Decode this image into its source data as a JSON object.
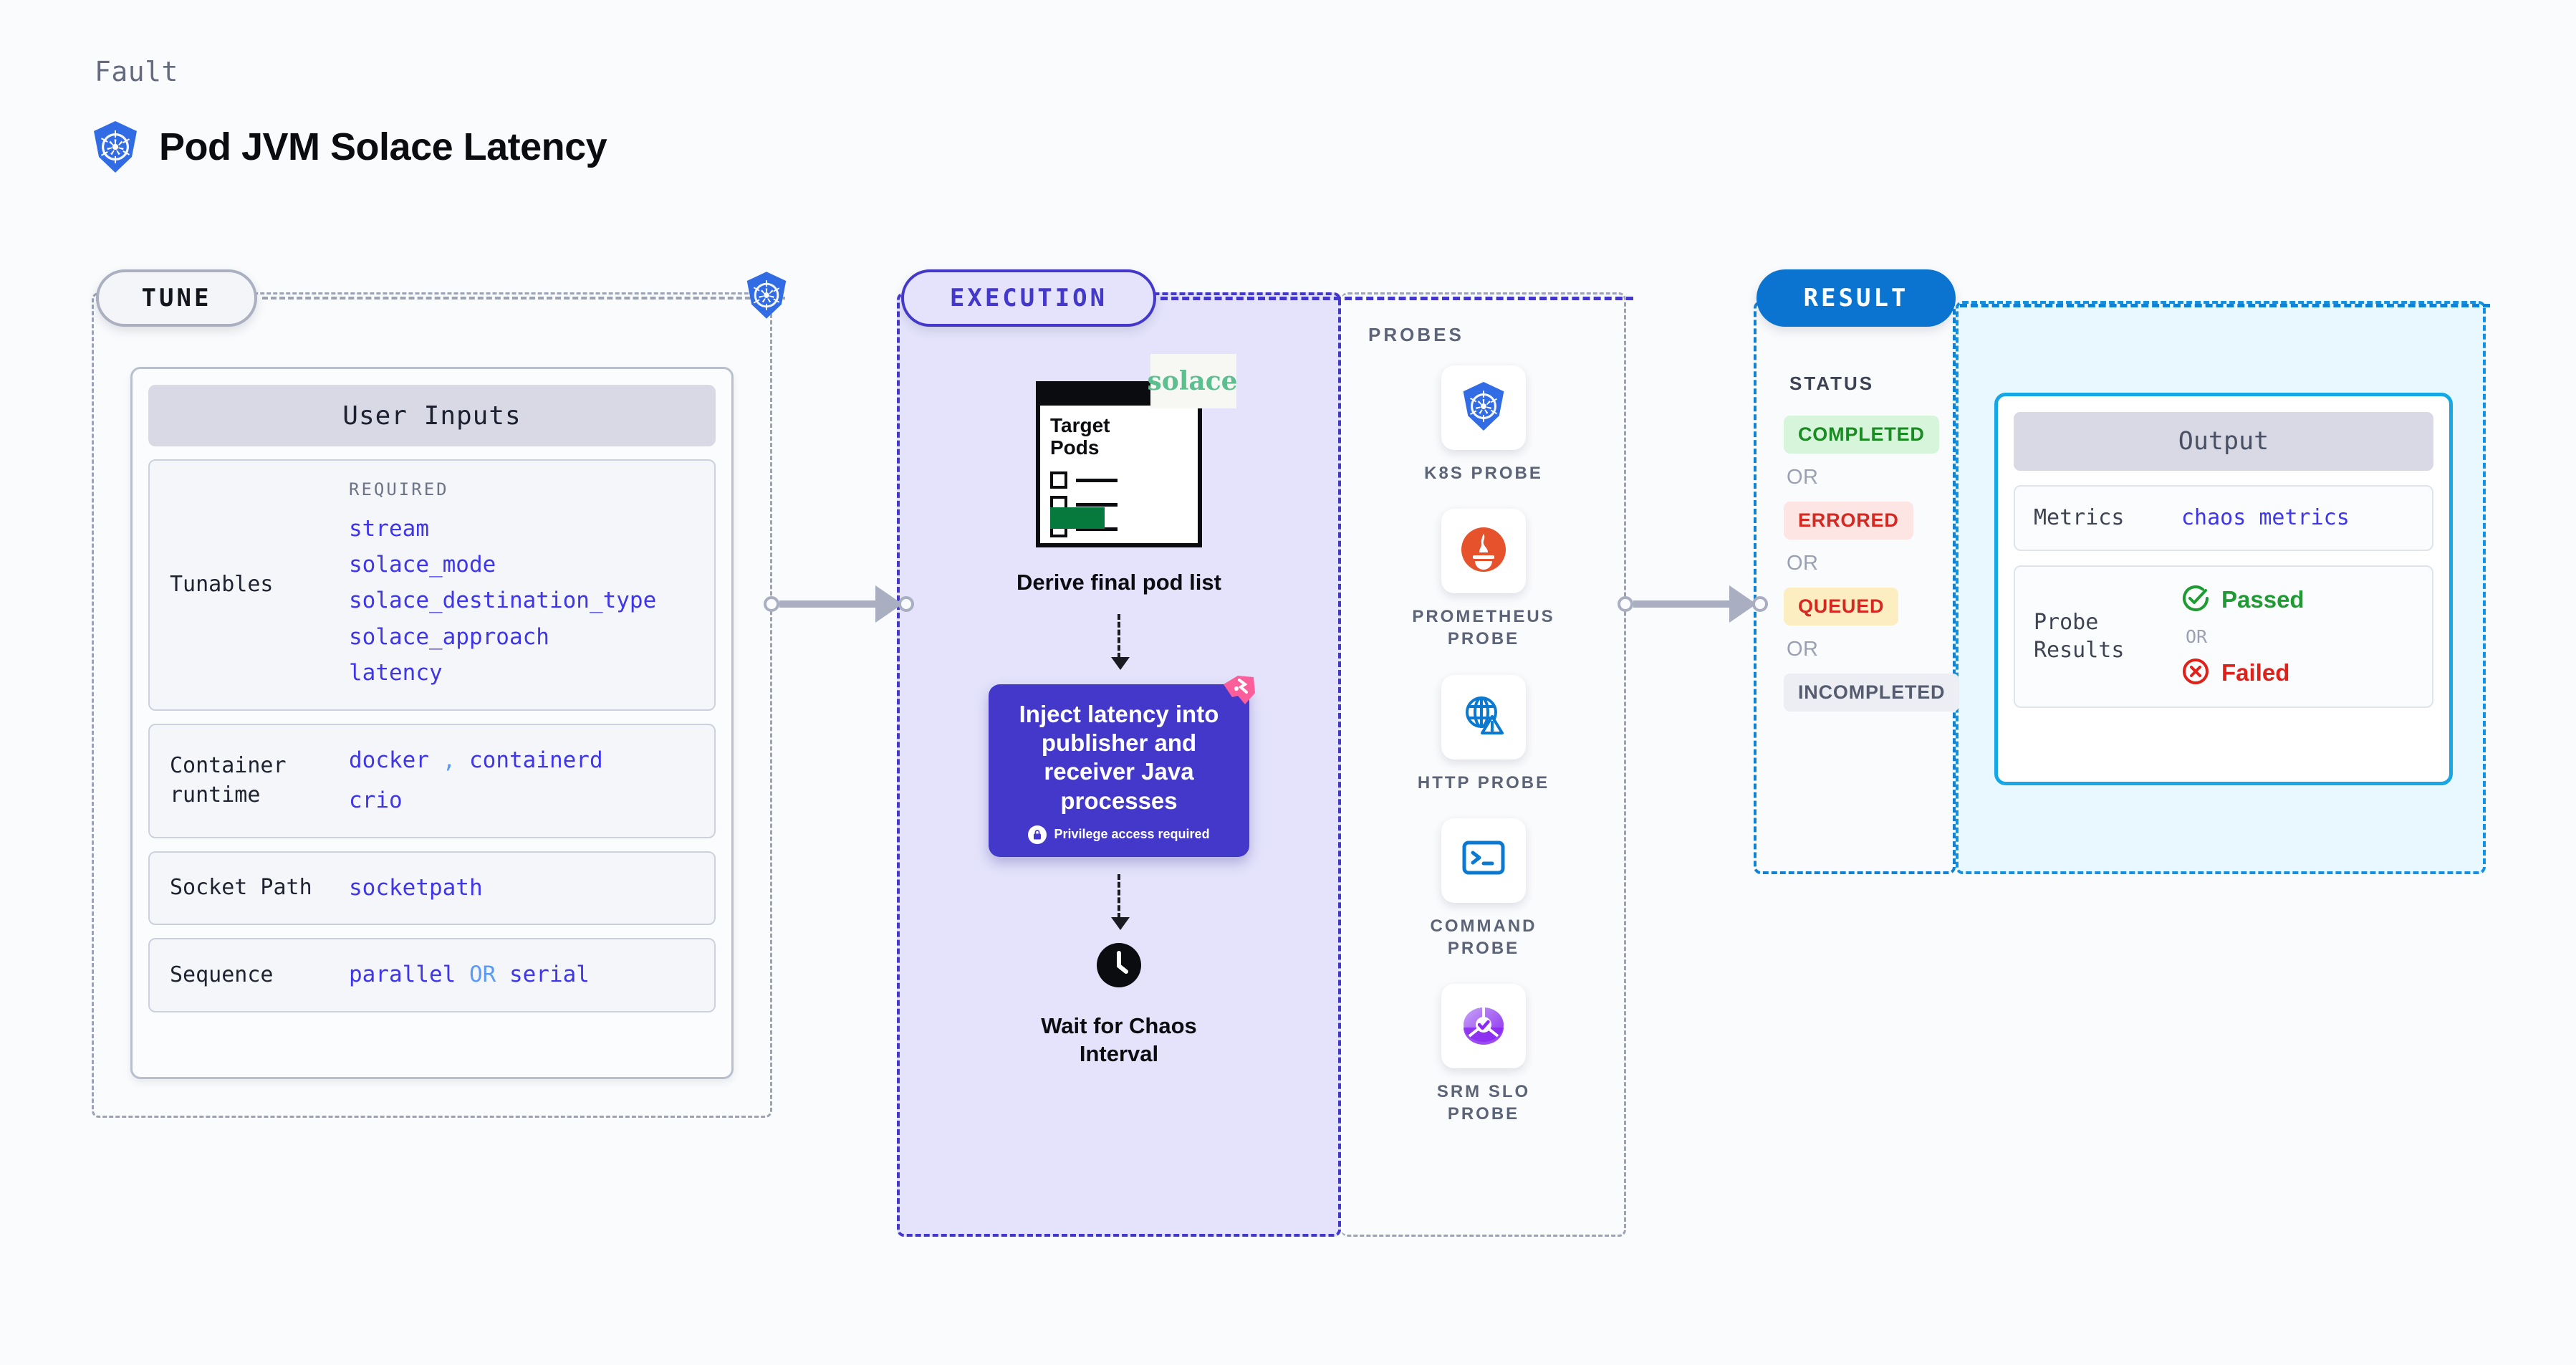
{
  "header": {
    "eyebrow": "Fault",
    "title": "Pod JVM Solace Latency",
    "icon": "kubernetes-icon"
  },
  "stages": {
    "tune": {
      "label": "TUNE"
    },
    "execution": {
      "label": "EXECUTION"
    },
    "result": {
      "label": "RESULT"
    }
  },
  "tune": {
    "card_title": "User Inputs",
    "required_label": "REQUIRED",
    "tunables_label": "Tunables",
    "tunables": [
      "stream",
      "solace_mode",
      "solace_destination_type",
      "solace_approach",
      "latency"
    ],
    "rows": [
      {
        "label": "Container runtime",
        "values": [
          "docker",
          "containerd",
          "crio"
        ],
        "separator": ","
      },
      {
        "label": "Socket Path",
        "values": [
          "socketpath"
        ],
        "separator": ""
      },
      {
        "label": "Sequence",
        "values": [
          "parallel",
          "serial"
        ],
        "separator": "OR"
      }
    ]
  },
  "execution": {
    "clipboard": {
      "title_line1": "Target",
      "title_line2": "Pods",
      "brand": "solace"
    },
    "step1_caption": "Derive final pod list",
    "inject": {
      "title": "Inject latency into publisher and receiver Java processes",
      "privilege_note": "Privilege access required",
      "icon": "lock-icon",
      "corner_icon": "ribbon-icon"
    },
    "step3_caption_line1": "Wait for Chaos",
    "step3_caption_line2": "Interval",
    "clock_icon": "clock-icon"
  },
  "probes": {
    "label": "PROBES",
    "items": [
      {
        "name": "K8S PROBE",
        "icon": "kubernetes-icon"
      },
      {
        "name": "PROMETHEUS PROBE",
        "icon": "prometheus-icon"
      },
      {
        "name": "HTTP PROBE",
        "icon": "globe-warning-icon"
      },
      {
        "name": "COMMAND PROBE",
        "icon": "terminal-icon"
      },
      {
        "name": "SRM SLO PROBE",
        "icon": "slo-donut-icon"
      }
    ]
  },
  "result": {
    "status_label": "STATUS",
    "or_label": "OR",
    "statuses": [
      {
        "text": "COMPLETED",
        "tone": "green"
      },
      {
        "text": "ERRORED",
        "tone": "red"
      },
      {
        "text": "QUEUED",
        "tone": "amber"
      },
      {
        "text": "INCOMPLETED",
        "tone": "grey"
      }
    ]
  },
  "output": {
    "title": "Output",
    "metrics_label": "Metrics",
    "metrics_value": "chaos metrics",
    "probe_results_label": "Probe Results",
    "passed_text": "Passed",
    "failed_text": "Failed",
    "or_label": "OR",
    "passed_icon": "check-circle-icon",
    "failed_icon": "x-circle-icon"
  },
  "colors": {
    "accent_indigo": "#4338ca",
    "accent_blue": "#0b74d0",
    "accent_cyan": "#17a7e6",
    "value_blue": "#3e36e8",
    "green": "#1a8a22",
    "red": "#d62720",
    "amber": "#fdeec2"
  }
}
